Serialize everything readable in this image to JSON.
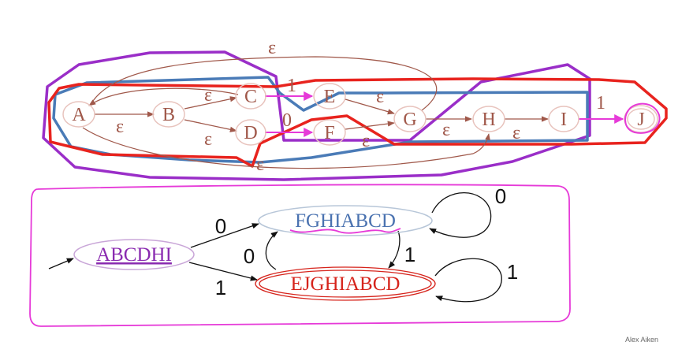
{
  "nfa": {
    "states": {
      "A": "A",
      "B": "B",
      "C": "C",
      "D": "D",
      "E": "E",
      "F": "F",
      "G": "G",
      "H": "H",
      "I": "I",
      "J": "J"
    },
    "edge_labels": {
      "eps_c_a": "ε",
      "eps_a_b": "ε",
      "eps_b_c": "ε",
      "eps_b_d": "ε",
      "one_c_e": "1",
      "zero_d_f": "0",
      "eps_e_g": "ε",
      "eps_f_g": "ε",
      "eps_g_h": "ε",
      "eps_h_i": "ε",
      "one_i_j": "1",
      "eps_a_h": "ε"
    }
  },
  "dfa": {
    "states": {
      "start": "ABCDHI",
      "fghiabcd": "FGHIABCD",
      "ejghiabcd": "EJGHIABCD"
    },
    "edge_labels": {
      "start_to_f": "0",
      "start_to_e": "1",
      "f_self": "0",
      "f_to_e": "1",
      "e_to_f": "0",
      "e_self": "1"
    }
  },
  "credit": "Alex Aiken",
  "colors": {
    "nfa_ink": "#a0584a",
    "purple": "#9a2ec8",
    "blue": "#4a7bb7",
    "red": "#e8231e",
    "magenta": "#e63ad8",
    "dfa_start": "#8a2bb0",
    "dfa_blue": "#4a72b0",
    "dfa_red": "#d6241c"
  }
}
